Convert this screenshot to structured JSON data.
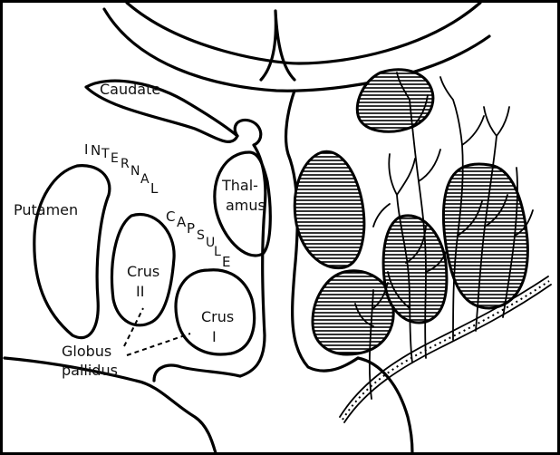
{
  "labels": {
    "caudate": "Caudate",
    "putamen": "Putamen",
    "thalamus_1": "Thal-",
    "thalamus_2": "amus",
    "crus2_1": "Crus",
    "crus2_2": "II",
    "crus1_1": "Crus",
    "crus1_2": "I",
    "globus_1": "Globus",
    "globus_2": "pallidus",
    "internal": [
      "I",
      "N",
      "T",
      "E",
      "R",
      "N",
      "A",
      "L"
    ],
    "capsule": [
      "C",
      "A",
      "P",
      "S",
      "U",
      "L",
      "E"
    ]
  },
  "colors": {
    "line": "#000000",
    "background": "#ffffff"
  }
}
